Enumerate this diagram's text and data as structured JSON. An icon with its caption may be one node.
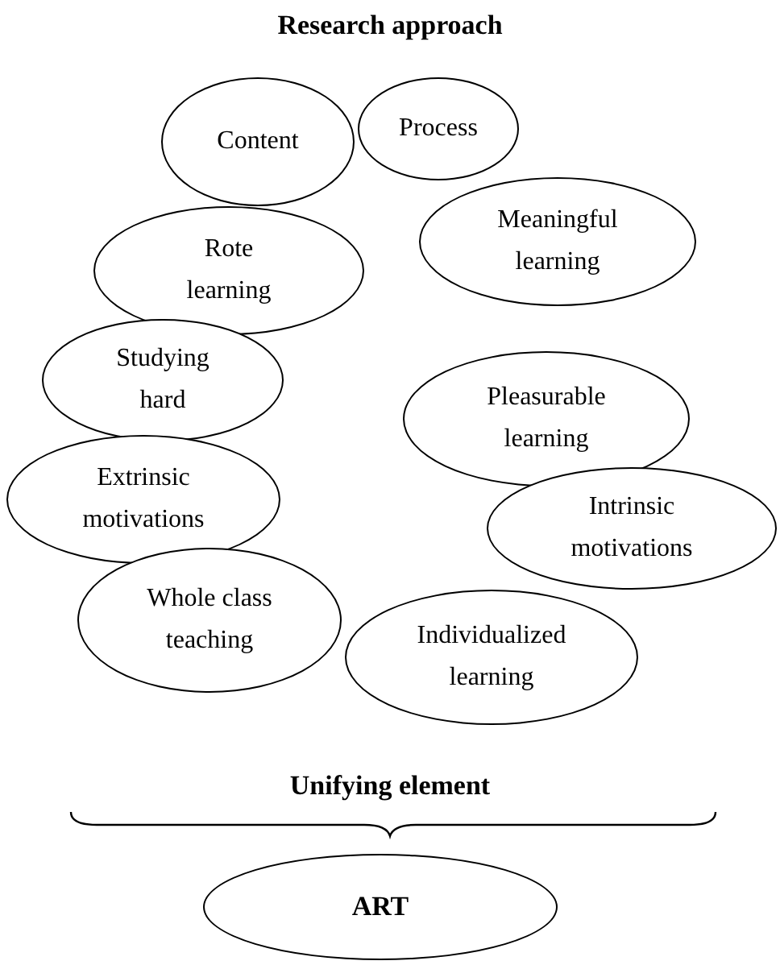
{
  "diagram": {
    "title": "Research approach",
    "nodes": [
      {
        "text": [
          "Content"
        ]
      },
      {
        "text": [
          "Process"
        ]
      },
      {
        "text": [
          "Rote learning"
        ]
      },
      {
        "text": [
          "Meaningful learning"
        ]
      },
      {
        "text": [
          "Studying hard"
        ]
      },
      {
        "text": [
          "Pleasurable learning"
        ]
      },
      {
        "text": [
          "Extrinsic motivations"
        ]
      },
      {
        "text": [
          "Intrinsic motivations"
        ]
      },
      {
        "text": [
          "Whole class teaching"
        ]
      },
      {
        "text": [
          "Individualized learning"
        ]
      },
      {
        "text": [
          "ART"
        ]
      }
    ],
    "labels": [
      "Unifying element"
    ]
  }
}
